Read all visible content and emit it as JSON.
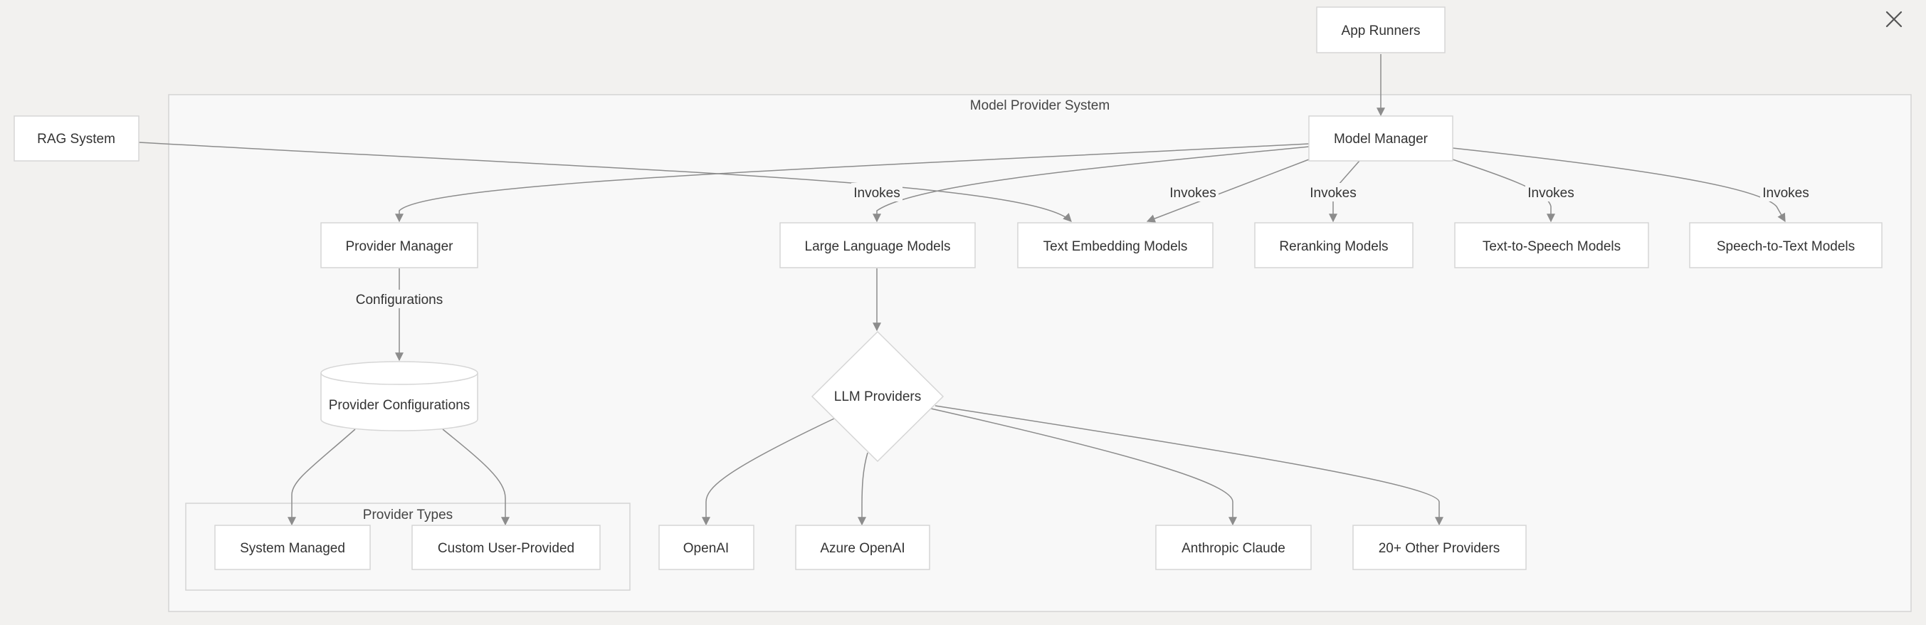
{
  "clusters": {
    "model_provider_system": "Model Provider System",
    "provider_types": "Provider Types"
  },
  "nodes": {
    "app_runners": "App Runners",
    "rag_system": "RAG System",
    "model_manager": "Model Manager",
    "provider_manager": "Provider Manager",
    "large_language_models": "Large Language Models",
    "text_embedding_models": "Text Embedding Models",
    "reranking_models": "Reranking Models",
    "text_to_speech_models": "Text-to-Speech Models",
    "speech_to_text_models": "Speech-to-Text Models",
    "provider_configurations": "Provider Configurations",
    "llm_providers": "LLM Providers",
    "system_managed": "System Managed",
    "custom_user_provided": "Custom User-Provided",
    "openai": "OpenAI",
    "azure_openai": "Azure OpenAI",
    "anthropic_claude": "Anthropic Claude",
    "other_providers": "20+ Other Providers"
  },
  "edge_labels": {
    "invokes": "Invokes",
    "configurations": "Configurations"
  },
  "icons": {
    "close": "close-icon"
  },
  "colors": {
    "background": "#f2f1ef",
    "cluster_fill": "#f8f8f8",
    "node_fill": "#ffffff",
    "edge": "#8c8c8c"
  }
}
